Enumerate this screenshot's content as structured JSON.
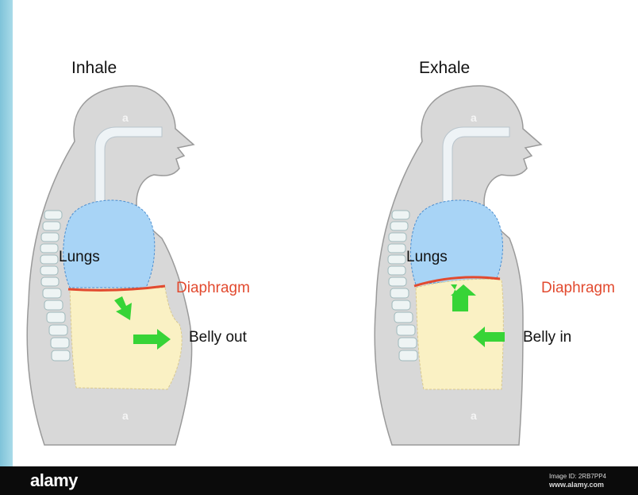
{
  "panels": [
    {
      "title": "Inhale",
      "lungs_label": "Lungs",
      "diaphragm_label": "Diaphragm",
      "belly_label": "Belly out"
    },
    {
      "title": "Exhale",
      "lungs_label": "Lungs",
      "diaphragm_label": "Diaphragm",
      "belly_label": "Belly in"
    }
  ],
  "colors": {
    "body": "#d8d8d8",
    "body_outline": "#9a9a9a",
    "lungs": "#a8d4f6",
    "lungs_outline": "#4d8fd0",
    "abdomen": "#faf1c4",
    "abdomen_outline": "#d9c98f",
    "diaphragm": "#e24a2f",
    "arrow": "#37d437",
    "spine": "#eef4f4",
    "trachea": "#eef3f6"
  },
  "footer": {
    "brand": "alamy",
    "image_id": "Image ID: 2RB7PP4",
    "url": "www.alamy.com"
  },
  "watermark": "a"
}
